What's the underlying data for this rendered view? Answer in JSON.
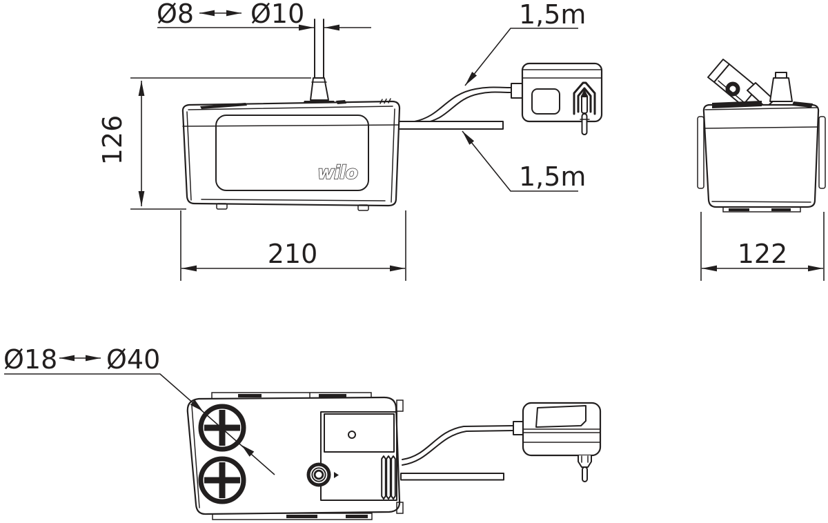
{
  "brand": {
    "logo_text": "wilo"
  },
  "dimensions": {
    "hose_diameter_min": "Ø8",
    "hose_diameter_max": "Ø10",
    "height": "126",
    "width": "210",
    "depth": "122",
    "inlet_diameter_min": "Ø18",
    "inlet_diameter_max": "Ø40",
    "power_cable_length": "1,5m",
    "discharge_cable_length": "1,5m"
  },
  "colors": {
    "line_color": "#221f1f",
    "background": "#ffffff"
  }
}
